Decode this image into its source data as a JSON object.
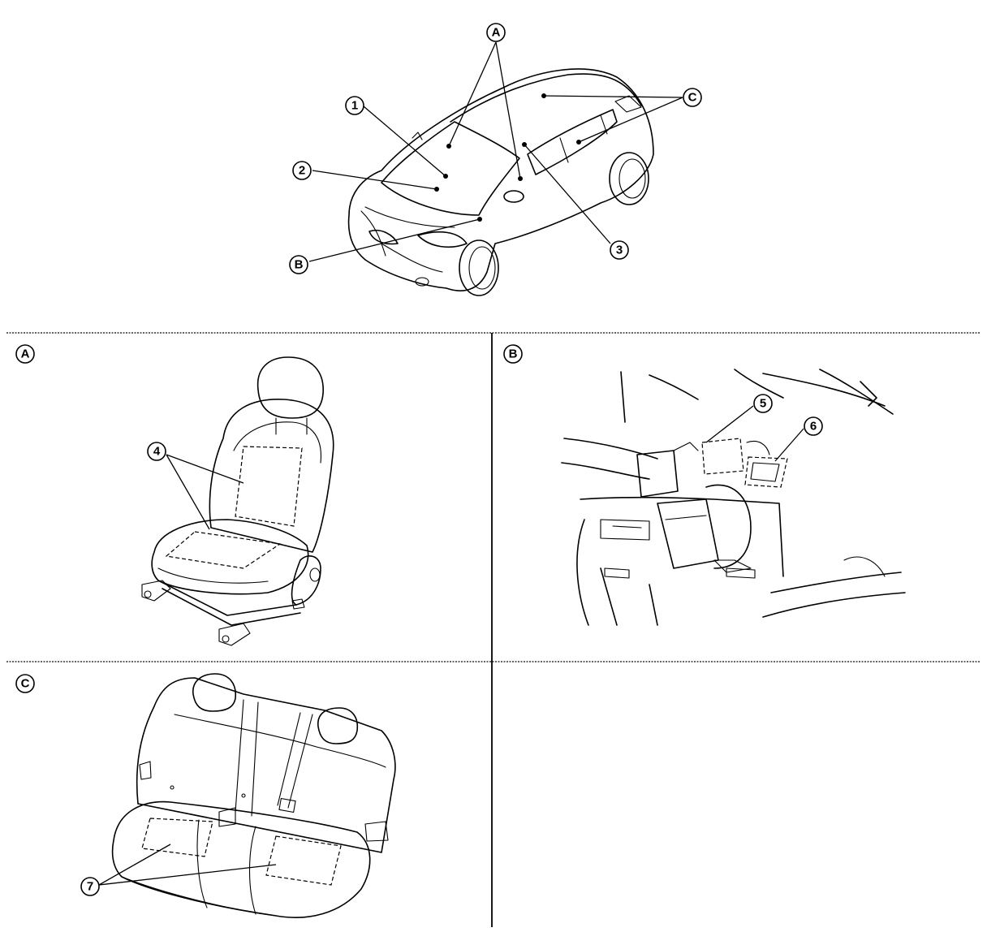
{
  "callouts": {
    "c1": "1",
    "c2": "2",
    "c3": "3",
    "c4": "4",
    "c5": "5",
    "c6": "6",
    "c7": "7",
    "cA": "A",
    "cB": "B",
    "cC": "C"
  },
  "panels": {
    "a": "A",
    "b": "B",
    "c": "C"
  }
}
